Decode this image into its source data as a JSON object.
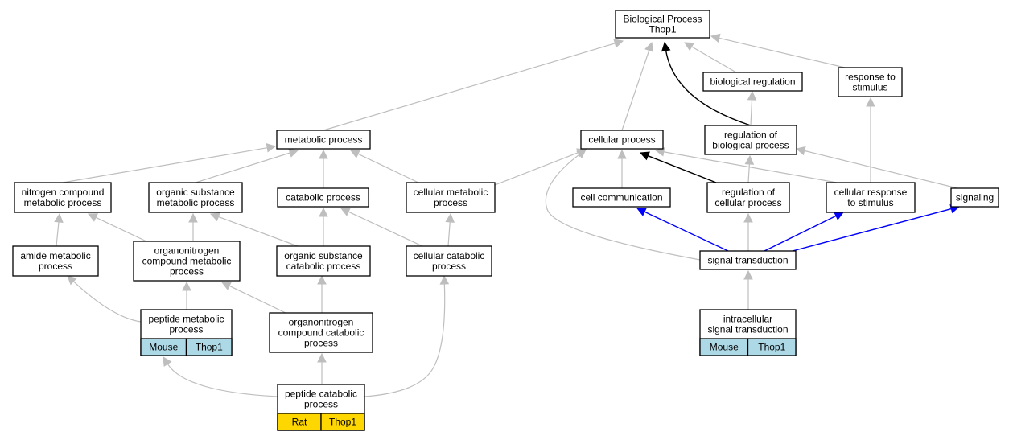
{
  "nodes": [
    {
      "id": "bp",
      "lines": [
        "Biological Process",
        "Thop1"
      ]
    },
    {
      "id": "bioreg",
      "lines": [
        "biological regulation"
      ]
    },
    {
      "id": "resp_stim",
      "lines": [
        "response to",
        "stimulus"
      ]
    },
    {
      "id": "metabolic",
      "lines": [
        "metabolic process"
      ]
    },
    {
      "id": "cellular",
      "lines": [
        "cellular process"
      ]
    },
    {
      "id": "reg_bio",
      "lines": [
        "regulation of",
        "biological process"
      ]
    },
    {
      "id": "nitrogen",
      "lines": [
        "nitrogen compound",
        "metabolic process"
      ]
    },
    {
      "id": "organic_met",
      "lines": [
        "organic substance",
        "metabolic process"
      ]
    },
    {
      "id": "catabolic",
      "lines": [
        "catabolic process"
      ]
    },
    {
      "id": "cell_met",
      "lines": [
        "cellular metabolic",
        "process"
      ]
    },
    {
      "id": "cell_comm",
      "lines": [
        "cell communication"
      ]
    },
    {
      "id": "reg_cell",
      "lines": [
        "regulation of",
        "cellular process"
      ]
    },
    {
      "id": "cell_resp",
      "lines": [
        "cellular response",
        "to stimulus"
      ]
    },
    {
      "id": "signaling",
      "lines": [
        "signaling"
      ]
    },
    {
      "id": "amide",
      "lines": [
        "amide metabolic",
        "process"
      ]
    },
    {
      "id": "orgN_met",
      "lines": [
        "organonitrogen",
        "compound metabolic",
        "process"
      ]
    },
    {
      "id": "org_cat",
      "lines": [
        "organic substance",
        "catabolic process"
      ]
    },
    {
      "id": "cell_cat",
      "lines": [
        "cellular catabolic",
        "process"
      ]
    },
    {
      "id": "sig_trans",
      "lines": [
        "signal transduction"
      ]
    },
    {
      "id": "pep_met",
      "lines": [
        "peptide metabolic",
        "process"
      ],
      "tags": [
        {
          "text": "Mouse",
          "color": "#add8e6"
        },
        {
          "text": "Thop1",
          "color": "#add8e6"
        }
      ]
    },
    {
      "id": "orgN_cat",
      "lines": [
        "organonitrogen",
        "compound catabolic",
        "process"
      ]
    },
    {
      "id": "intra_sig",
      "lines": [
        "intracellular",
        "signal transduction"
      ],
      "tags": [
        {
          "text": "Mouse",
          "color": "#add8e6"
        },
        {
          "text": "Thop1",
          "color": "#add8e6"
        }
      ]
    },
    {
      "id": "pep_cat",
      "lines": [
        "peptide catabolic",
        "process"
      ],
      "tags": [
        {
          "text": "Rat",
          "color": "#ffd700"
        },
        {
          "text": "Thop1",
          "color": "#ffd700"
        }
      ]
    }
  ],
  "edges": [
    {
      "from": "metabolic",
      "to": "bp",
      "kind": "is_a"
    },
    {
      "from": "cellular",
      "to": "bp",
      "kind": "is_a"
    },
    {
      "from": "reg_bio",
      "to": "bp",
      "kind": "regulates"
    },
    {
      "from": "bioreg",
      "to": "bp",
      "kind": "is_a"
    },
    {
      "from": "resp_stim",
      "to": "bp",
      "kind": "is_a"
    },
    {
      "from": "reg_bio",
      "to": "bioreg",
      "kind": "is_a"
    },
    {
      "from": "nitrogen",
      "to": "metabolic",
      "kind": "is_a"
    },
    {
      "from": "organic_met",
      "to": "metabolic",
      "kind": "is_a"
    },
    {
      "from": "catabolic",
      "to": "metabolic",
      "kind": "is_a"
    },
    {
      "from": "cell_met",
      "to": "metabolic",
      "kind": "is_a"
    },
    {
      "from": "cell_met",
      "to": "cellular",
      "kind": "is_a"
    },
    {
      "from": "cell_comm",
      "to": "cellular",
      "kind": "is_a"
    },
    {
      "from": "reg_cell",
      "to": "cellular",
      "kind": "regulates"
    },
    {
      "from": "cell_resp",
      "to": "cellular",
      "kind": "is_a"
    },
    {
      "from": "sig_trans",
      "to": "cellular",
      "kind": "is_a"
    },
    {
      "from": "reg_cell",
      "to": "reg_bio",
      "kind": "is_a"
    },
    {
      "from": "signaling",
      "to": "reg_bio",
      "kind": "is_a"
    },
    {
      "from": "cell_resp",
      "to": "resp_stim",
      "kind": "is_a"
    },
    {
      "from": "amide",
      "to": "nitrogen",
      "kind": "is_a"
    },
    {
      "from": "orgN_met",
      "to": "nitrogen",
      "kind": "is_a"
    },
    {
      "from": "orgN_met",
      "to": "organic_met",
      "kind": "is_a"
    },
    {
      "from": "org_cat",
      "to": "organic_met",
      "kind": "is_a"
    },
    {
      "from": "org_cat",
      "to": "catabolic",
      "kind": "is_a"
    },
    {
      "from": "cell_cat",
      "to": "catabolic",
      "kind": "is_a"
    },
    {
      "from": "cell_cat",
      "to": "cell_met",
      "kind": "is_a"
    },
    {
      "from": "sig_trans",
      "to": "cell_comm",
      "kind": "part_of"
    },
    {
      "from": "sig_trans",
      "to": "reg_cell",
      "kind": "is_a"
    },
    {
      "from": "sig_trans",
      "to": "cell_resp",
      "kind": "part_of"
    },
    {
      "from": "sig_trans",
      "to": "signaling",
      "kind": "part_of"
    },
    {
      "from": "pep_met",
      "to": "amide",
      "kind": "is_a"
    },
    {
      "from": "pep_met",
      "to": "orgN_met",
      "kind": "is_a"
    },
    {
      "from": "orgN_cat",
      "to": "orgN_met",
      "kind": "is_a"
    },
    {
      "from": "orgN_cat",
      "to": "org_cat",
      "kind": "is_a"
    },
    {
      "from": "intra_sig",
      "to": "sig_trans",
      "kind": "is_a"
    },
    {
      "from": "pep_cat",
      "to": "pep_met",
      "kind": "is_a"
    },
    {
      "from": "pep_cat",
      "to": "orgN_cat",
      "kind": "is_a"
    },
    {
      "from": "pep_cat",
      "to": "cell_cat",
      "kind": "is_a"
    }
  ],
  "edge_colors": {
    "is_a": "#bebebe",
    "regulates": "#000000",
    "part_of": "#0000ff"
  }
}
